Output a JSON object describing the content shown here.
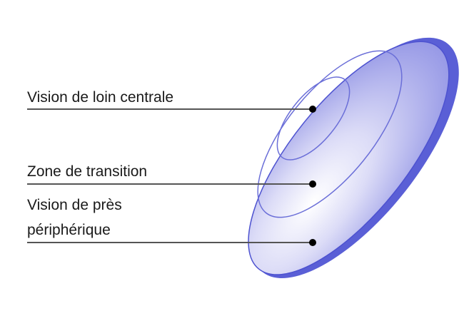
{
  "labels": {
    "central": "Vision de loin centrale",
    "transition": "Zone de transition",
    "near_line1": "Vision de près",
    "near_line2": "périphérique"
  },
  "colors": {
    "lens_edge": "#5a5fd6",
    "lens_center": "#ffffff",
    "lens_outer": "#8f93e6",
    "zone_line": "#6b6fd8",
    "leader_line": "#555555",
    "dot": "#000000"
  }
}
